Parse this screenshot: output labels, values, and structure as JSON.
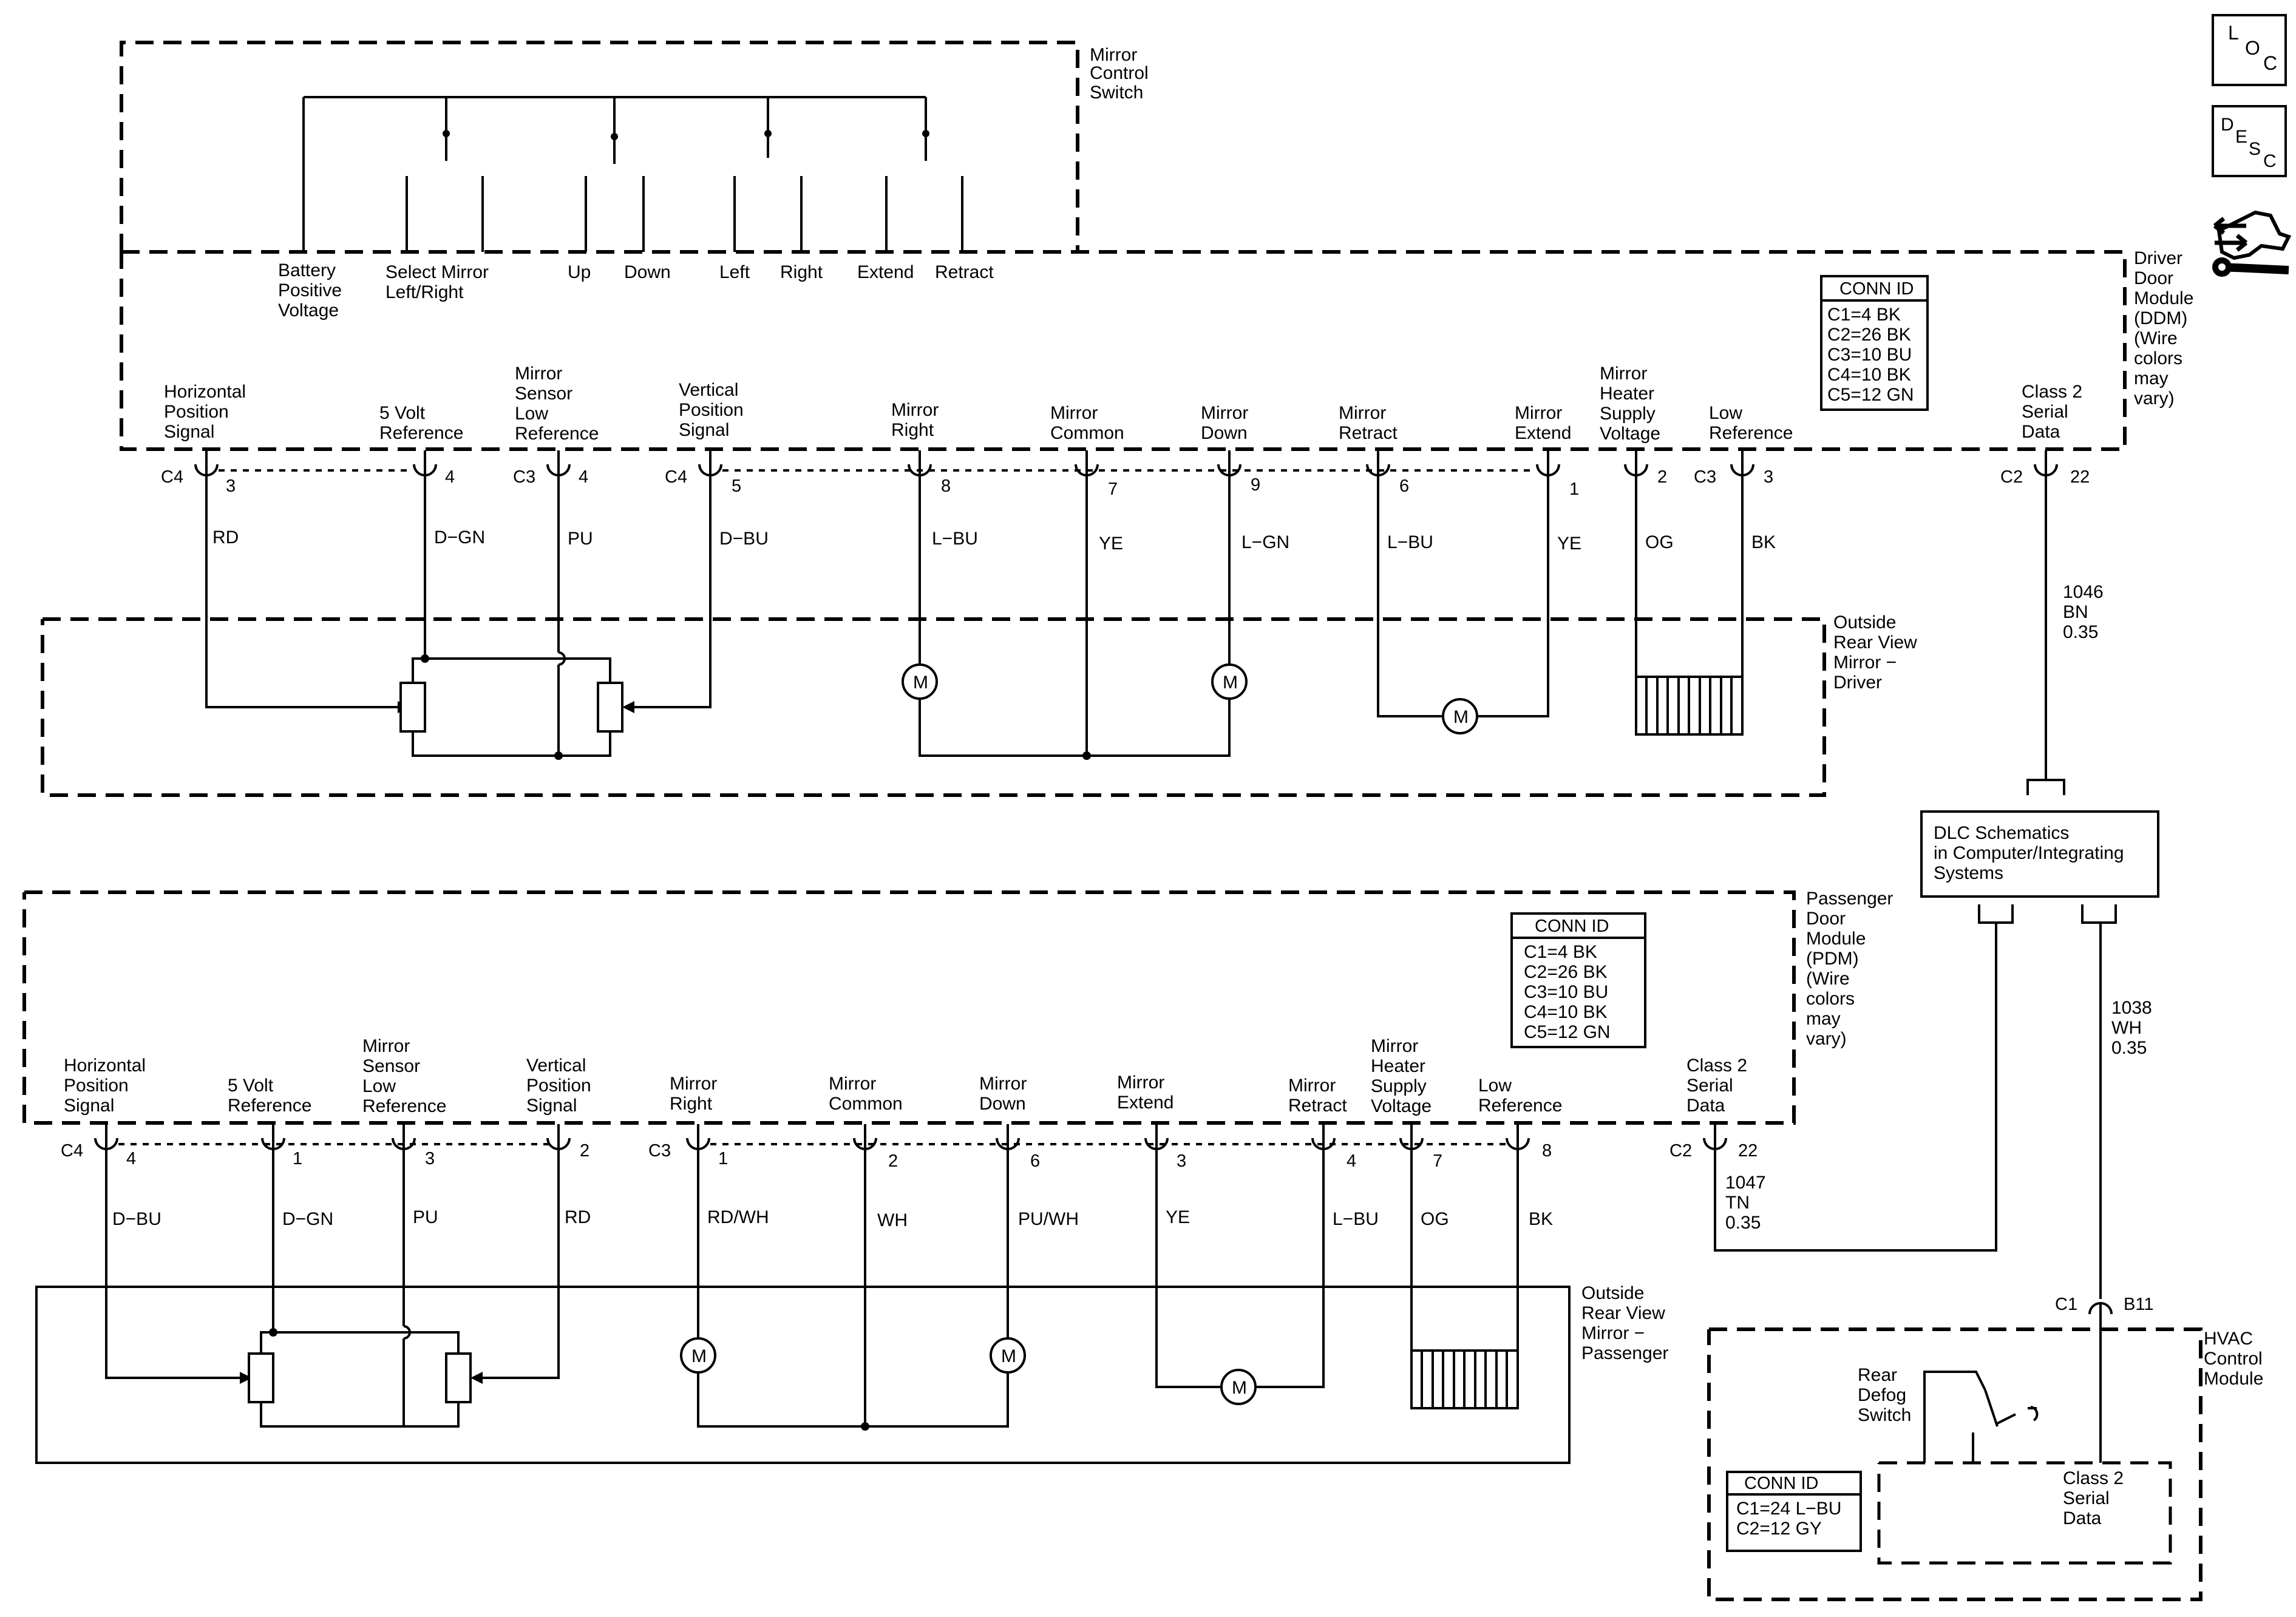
{
  "loc_icon": "LOC",
  "desc_icon": "DESC",
  "tool_icon": "service-tool-icon",
  "mirror_switch": {
    "title": [
      "Mirror",
      "Control",
      "Switch"
    ],
    "terminals": [
      [
        "Battery",
        "Positive",
        "Voltage"
      ],
      [
        "Select Mirror",
        "Left/Right"
      ],
      [
        "Up"
      ],
      [
        "Down"
      ],
      [
        "Left"
      ],
      [
        "Right"
      ],
      [
        "Extend"
      ],
      [
        "Retract"
      ]
    ]
  },
  "ddm": {
    "title": [
      "Driver",
      "Door",
      "Module",
      "(DDM)",
      "(Wire",
      "colors",
      "may",
      "vary)"
    ],
    "conn_title": "CONN ID",
    "conn_rows": [
      "C1=4 BK",
      "C2=26 BK",
      "C3=10 BU",
      "C4=10 BK",
      "C5=12 GN"
    ],
    "circuits": [
      {
        "label": [
          "Horizontal",
          "Position",
          "Signal"
        ],
        "conn": "C4",
        "pin": "3",
        "wire": "RD"
      },
      {
        "label": [
          "5 Volt",
          "Reference"
        ],
        "conn": "",
        "pin": "4",
        "wire": "D−GN"
      },
      {
        "label": [
          "Mirror",
          "Sensor",
          "Low",
          "Reference"
        ],
        "conn": "C3",
        "pin": "4",
        "wire": "PU"
      },
      {
        "label": [
          "Vertical",
          "Position",
          "Signal"
        ],
        "conn": "C4",
        "pin": "5",
        "wire": "D−BU"
      },
      {
        "label": [
          "Mirror",
          "Right"
        ],
        "conn": "",
        "pin": "8",
        "wire": "L−BU"
      },
      {
        "label": [
          "Mirror",
          "Common"
        ],
        "conn": "",
        "pin": "7",
        "wire": "YE"
      },
      {
        "label": [
          "Mirror",
          "Down"
        ],
        "conn": "",
        "pin": "9",
        "wire": "L−GN"
      },
      {
        "label": [
          "Mirror",
          "Retract"
        ],
        "conn": "",
        "pin": "6",
        "wire": "L−BU"
      },
      {
        "label": [
          "Mirror",
          "Extend"
        ],
        "conn": "",
        "pin": "1",
        "wire": "YE"
      },
      {
        "label": [
          "Mirror",
          "Heater",
          "Supply",
          "Voltage"
        ],
        "conn": "",
        "pin": "2",
        "wire": "OG"
      },
      {
        "label": [
          "Low",
          "Reference"
        ],
        "conn": "C3",
        "pin": "3",
        "wire": "BK"
      },
      {
        "label": [
          "Class 2",
          "Serial",
          "Data"
        ],
        "conn": "C2",
        "pin": "22",
        "wire": ""
      }
    ],
    "serial_wire": [
      "1046",
      "BN",
      "0.35"
    ]
  },
  "driver_mirror": {
    "title": [
      "Outside",
      "Rear View",
      "Mirror −",
      "Driver"
    ],
    "motor": "M"
  },
  "dlc": {
    "text": [
      "DLC Schematics",
      "in Computer/Integrating",
      "Systems"
    ]
  },
  "pdm": {
    "title": [
      "Passenger",
      "Door",
      "Module",
      "(PDM)",
      "(Wire",
      "colors",
      "may",
      "vary)"
    ],
    "conn_title": "CONN ID",
    "conn_rows": [
      "C1=4 BK",
      "C2=26 BK",
      "C3=10 BU",
      "C4=10 BK",
      "C5=12 GN"
    ],
    "circuits": [
      {
        "label": [
          "Horizontal",
          "Position",
          "Signal"
        ],
        "conn": "C4",
        "pin": "4",
        "wire": "D−BU"
      },
      {
        "label": [
          "5 Volt",
          "Reference"
        ],
        "conn": "",
        "pin": "1",
        "wire": "D−GN"
      },
      {
        "label": [
          "Mirror",
          "Sensor",
          "Low",
          "Reference"
        ],
        "conn": "",
        "pin": "3",
        "wire": "PU"
      },
      {
        "label": [
          "Vertical",
          "Position",
          "Signal"
        ],
        "conn": "",
        "pin": "2",
        "wire": "RD"
      },
      {
        "label": [
          "Mirror",
          "Right"
        ],
        "conn": "C3",
        "pin": "1",
        "wire": "RD/WH"
      },
      {
        "label": [
          "Mirror",
          "Common"
        ],
        "conn": "",
        "pin": "2",
        "wire": "WH"
      },
      {
        "label": [
          "Mirror",
          "Down"
        ],
        "conn": "",
        "pin": "6",
        "wire": "PU/WH"
      },
      {
        "label": [
          "Mirror",
          "Extend"
        ],
        "conn": "",
        "pin": "3",
        "wire": "YE"
      },
      {
        "label": [
          "Mirror",
          "Retract"
        ],
        "conn": "",
        "pin": "4",
        "wire": "L−BU"
      },
      {
        "label": [
          "Mirror",
          "Heater",
          "Supply",
          "Voltage"
        ],
        "conn": "",
        "pin": "7",
        "wire": "OG"
      },
      {
        "label": [
          "Low",
          "Reference"
        ],
        "conn": "",
        "pin": "8",
        "wire": "BK"
      },
      {
        "label": [
          "Class 2",
          "Serial",
          "Data"
        ],
        "conn": "C2",
        "pin": "22",
        "wire": ""
      }
    ],
    "serial_wire": [
      "1047",
      "TN",
      "0.35"
    ]
  },
  "passenger_mirror": {
    "title": [
      "Outside",
      "Rear View",
      "Mirror −",
      "Passenger"
    ],
    "motor": "M"
  },
  "hvac": {
    "title": [
      "HVAC",
      "Control",
      "Module"
    ],
    "serial_wire": [
      "1038",
      "WH",
      "0.35"
    ],
    "conn": "C1",
    "pin": "B11",
    "switch_label": [
      "Rear",
      "Defog",
      "Switch"
    ],
    "data_label": [
      "Class 2",
      "Serial",
      "Data"
    ],
    "conn_title": "CONN ID",
    "conn_rows": [
      "C1=24 L−BU",
      "C2=12 GY"
    ]
  }
}
